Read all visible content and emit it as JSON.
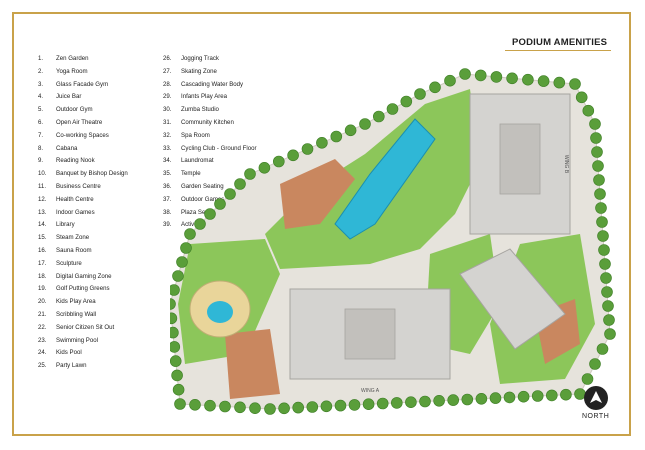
{
  "header": {
    "title": "PODIUM AMENITIES"
  },
  "legend": {
    "left": [
      {
        "num": "1.",
        "label": "Zen Garden"
      },
      {
        "num": "2.",
        "label": "Yoga Room"
      },
      {
        "num": "3.",
        "label": "Glass Facade Gym"
      },
      {
        "num": "4.",
        "label": "Juice Bar"
      },
      {
        "num": "5.",
        "label": "Outdoor Gym"
      },
      {
        "num": "6.",
        "label": "Open Air Theatre"
      },
      {
        "num": "7.",
        "label": "Co-working Spaces"
      },
      {
        "num": "8.",
        "label": "Cabana"
      },
      {
        "num": "9.",
        "label": "Reading Nook"
      },
      {
        "num": "10.",
        "label": "Banquet by Bishop Design"
      },
      {
        "num": "11.",
        "label": "Business Centre"
      },
      {
        "num": "12.",
        "label": "Health Centre"
      },
      {
        "num": "13.",
        "label": "Indoor Games"
      },
      {
        "num": "14.",
        "label": "Library"
      },
      {
        "num": "15.",
        "label": "Steam Zone"
      },
      {
        "num": "16.",
        "label": "Sauna Room"
      },
      {
        "num": "17.",
        "label": "Sculpture"
      },
      {
        "num": "18.",
        "label": "Digital Gaming Zone"
      },
      {
        "num": "19.",
        "label": "Golf Putting Greens"
      },
      {
        "num": "20.",
        "label": "Kids Play Area"
      },
      {
        "num": "21.",
        "label": "Scribbling Wall"
      },
      {
        "num": "22.",
        "label": "Senior Citizen Sit Out"
      },
      {
        "num": "23.",
        "label": "Swimming Pool"
      },
      {
        "num": "24.",
        "label": "Kids Pool"
      },
      {
        "num": "25.",
        "label": "Party Lawn"
      }
    ],
    "right": [
      {
        "num": "26.",
        "label": "Jogging Track"
      },
      {
        "num": "27.",
        "label": "Skating Zone"
      },
      {
        "num": "28.",
        "label": "Cascading Water Body"
      },
      {
        "num": "29.",
        "label": "Infants Play Area"
      },
      {
        "num": "30.",
        "label": "Zumba Studio"
      },
      {
        "num": "31.",
        "label": "Community Kitchen"
      },
      {
        "num": "32.",
        "label": "Spa Room"
      },
      {
        "num": "33.",
        "label": "Cycling Club - Ground Floor"
      },
      {
        "num": "34.",
        "label": "Laundromat"
      },
      {
        "num": "35.",
        "label": "Temple"
      },
      {
        "num": "36.",
        "label": "Garden Seating"
      },
      {
        "num": "37.",
        "label": "Outdoor Games"
      },
      {
        "num": "38.",
        "label": "Plaza Seating"
      },
      {
        "num": "39.",
        "label": "Activity Zone"
      }
    ]
  },
  "map": {
    "wing_a_label": "WING A",
    "wing_b_label": "WING B",
    "colors": {
      "lawn": "#8cc65a",
      "tree": "#5a9e3a",
      "pool": "#2fb7d6",
      "deck": "#c9875f",
      "paving": "#e6e3dc",
      "building": "#d4d3d0",
      "sand": "#e9d59a"
    }
  },
  "compass": {
    "label": "NORTH"
  }
}
